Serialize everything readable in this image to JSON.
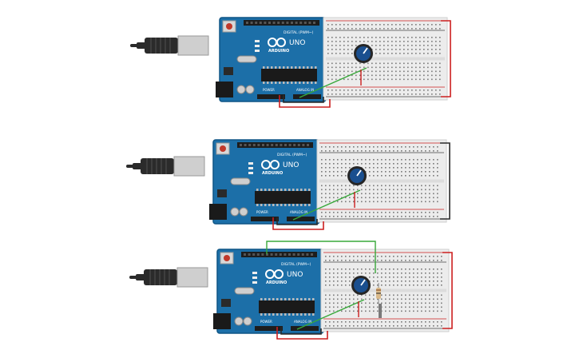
{
  "circuits": [
    {
      "id": "circuit-1",
      "board": {
        "brand": "ARDUINO",
        "model": "UNO",
        "header_digital": "DIGITAL (PWM~)",
        "header_power": "POWER",
        "header_analog": "ANALOG IN"
      },
      "has_resistor": false,
      "rail_wire_color": "#cc1f1f"
    },
    {
      "id": "circuit-2",
      "board": {
        "brand": "ARDUINO",
        "model": "UNO",
        "header_digital": "DIGITAL (PWM~)",
        "header_power": "POWER",
        "header_analog": "ANALOG IN"
      },
      "has_resistor": false,
      "rail_wire_color": "#2a2a2a"
    },
    {
      "id": "circuit-3",
      "board": {
        "brand": "ARDUINO",
        "model": "UNO",
        "header_digital": "DIGITAL (PWM~)",
        "header_power": "POWER",
        "header_analog": "ANALOG IN"
      },
      "has_resistor": true,
      "rail_wire_color": "#cc1f1f"
    }
  ],
  "colors": {
    "board": "#1c6fa8",
    "board_edge": "#0f5585",
    "breadboard": "#ececec",
    "wire_red": "#cc1f1f",
    "wire_black": "#2a2a2a",
    "wire_green": "#38a83a",
    "pot_knob": "#1a4f8f",
    "usb_cable": "#2b2b2b"
  },
  "icons": {
    "logo": "arduino-infinity-logo",
    "pot": "potentiometer-knob",
    "usb": "usb-b-cable"
  }
}
